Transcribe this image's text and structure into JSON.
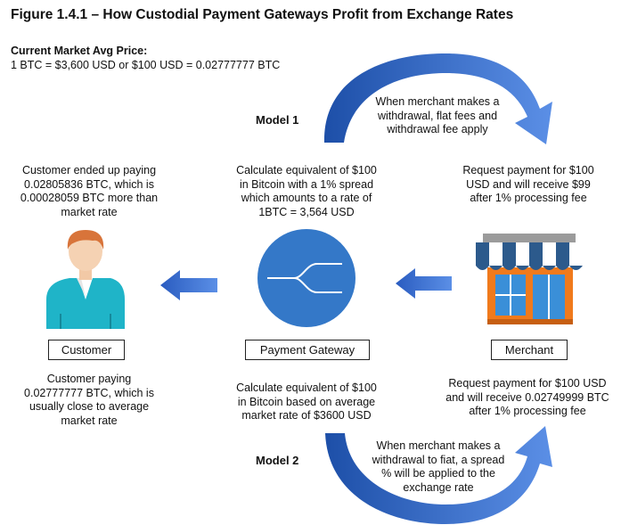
{
  "figure": {
    "title": "Figure 1.4.1 – How Custodial Payment Gateways Profit from Exchange Rates",
    "market_heading": "Current Market Avg Price:",
    "market_rate": "1 BTC = $3,600 USD or $100 USD = 0.02777777 BTC"
  },
  "model1": {
    "label": "Model 1",
    "arc_note": [
      "When merchant makes a",
      "withdrawal, flat fees and",
      "withdrawal fee apply"
    ],
    "customer_note": [
      "Customer ended up paying",
      "0.02805836 BTC, which is",
      "0.00028059 BTC more than",
      "market rate"
    ],
    "gateway_note": [
      "Calculate equivalent of $100",
      "in Bitcoin with a 1% spread",
      "which amounts to a rate of",
      "1BTC = 3,564 USD"
    ],
    "merchant_note": [
      "Request payment for $100",
      "USD and will receive $99",
      "after 1% processing fee"
    ]
  },
  "nodes": {
    "customer_label": "Customer",
    "gateway_label": "Payment Gateway",
    "merchant_label": "Merchant"
  },
  "model2": {
    "label": "Model 2",
    "customer_note": [
      "Customer paying",
      "0.02777777 BTC, which is",
      "usually close to average",
      "market rate"
    ],
    "gateway_note": [
      "Calculate equivalent of $100",
      "in Bitcoin based on average",
      "market rate of $3600 USD"
    ],
    "merchant_note": [
      "Request payment for $100 USD",
      "and will receive 0.02749999 BTC",
      "after 1% processing fee"
    ],
    "arc_note": [
      "When merchant makes a",
      "withdrawal to fiat, a spread",
      "% will be applied to the",
      "exchange rate"
    ]
  },
  "colors": {
    "arrow_blue": "#3b6fd0",
    "gateway_circle": "#3478c8",
    "customer_shirt": "#1fb4c8",
    "customer_hair": "#d8743a",
    "awning_blue": "#2c5a8c",
    "store_orange": "#f07a1c"
  },
  "icons": [
    "customer-icon",
    "payment-gateway-icon",
    "merchant-store-icon",
    "arrow-left-icon",
    "curved-arrow-icon"
  ]
}
